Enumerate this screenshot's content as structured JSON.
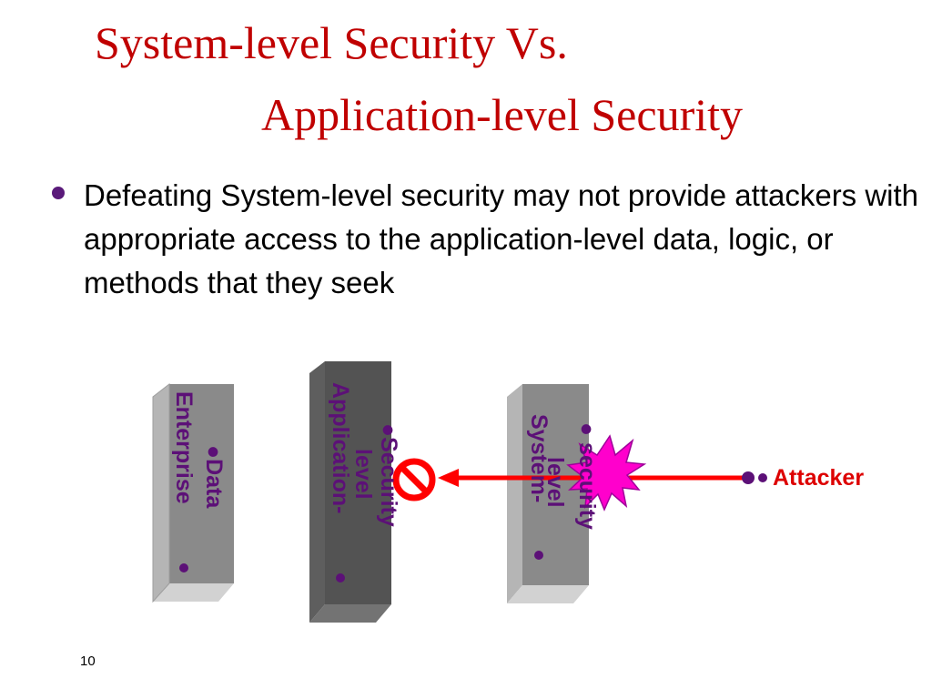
{
  "title": {
    "line1": "System-level Security Vs.",
    "line2": "Application-level Security"
  },
  "bullet": "Defeating System-level security may not provide attackers with appropriate access to the application-level data, logic, or methods that they seek",
  "diagram": {
    "enterprise": {
      "line1": "Enterprise",
      "line2": "●Data"
    },
    "application": {
      "line1": "Application-",
      "line2": "level",
      "line3": "●Security"
    },
    "system": {
      "line1": "System-",
      "line2": "level",
      "line3": "● security"
    },
    "attacker": "Attacker",
    "colors": {
      "text": "#5c1077",
      "arrow": "#ff0000",
      "burst": "#ff00cc",
      "no_sign": "#ff0000"
    }
  },
  "page_number": "10"
}
